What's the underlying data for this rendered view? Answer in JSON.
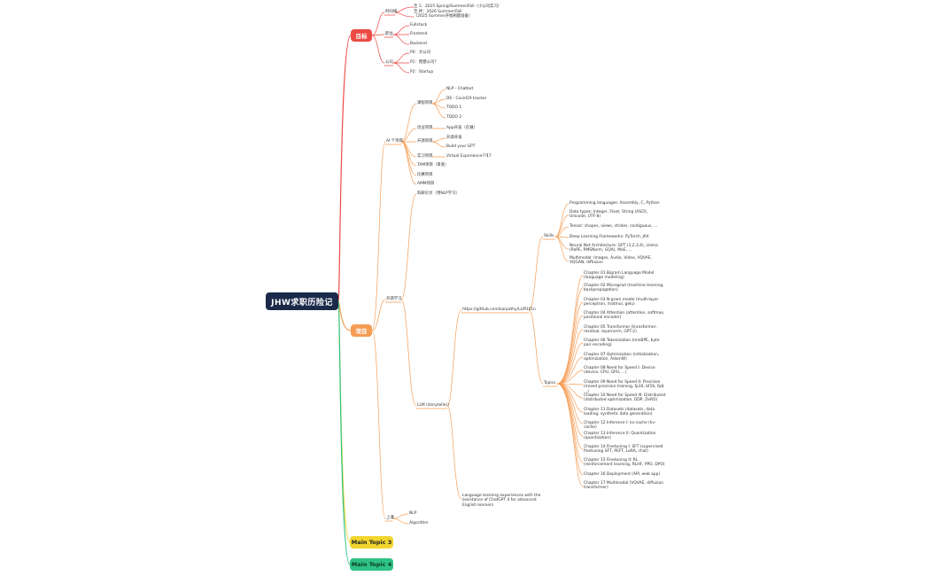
{
  "colors": {
    "root": "#1c2a4a",
    "red": "#ec4a45",
    "orange": "#f59d55",
    "yellow": "#f2d62f",
    "green": "#2ec285"
  },
  "root": {
    "label": "JHW求职历险记"
  },
  "topics": {
    "t1": "目标",
    "t2": "项目",
    "t3": "Main Topic 3",
    "t4": "Main Topic 4"
  },
  "goal": {
    "timeline": "时间线",
    "timeline_a": "至 1：2025 Spring/Summer/Fall（小公司实习）",
    "timeline_b": "至 终：2026 Summer/Fall（2025 Summer开始刷题准备）",
    "position": "职位",
    "pos1": "Fullstack",
    "pos2": "Frontend",
    "pos3": "Backend",
    "company": "公司",
    "co1": "P0：大公司",
    "co2": "P1：稳健公司？",
    "co3": "P2：Startup"
  },
  "project": {
    "ai": "AI 个项目",
    "course": "课程项目",
    "c1": "NLP - Chatbot",
    "c2": "DS - Covid19 tracker",
    "c3": "TODO 1",
    "c4": "TODO 2",
    "biz": "创业项目",
    "biz1": "App开发（在做）",
    "open": "开源项目",
    "open1": "开源开发",
    "open2": "Build your GPT",
    "work": "实习项目",
    "work1": "Virtual Experience???",
    "tag": "17",
    "tam": "TAM项目（审查）",
    "comp": "比赛项目",
    "amm": "AMM项目",
    "opensrc": "开源学习",
    "paper": "科研论文（用NLP学习）",
    "llm": "LLM (storyteller)",
    "url": "https://github.com/karpathy/LLM101n",
    "skills": "Skills",
    "topics": "Topics",
    "lang_exp": "Language learning experiences with the assistance of ChatGPT 4 for advanced English learners",
    "other": "上课",
    "nlp": "NLP",
    "algo": "Algorithm"
  },
  "skills": [
    "Programming languages: Assembly, C, Python",
    "Data types: Integer, Float, String (ASCII, Unicode, UTF-8)",
    "Tensor: shapes, views, strides, contiguous, ...",
    "Deep Learning Frameworks: PyTorch, JAX",
    "Neural Net Architecture: GPT (1,2,3,4), Llama (RoPE, RMSNorm, GQA), MoE, ...",
    "Multimodal: Images, Audio, Video, VQVAE, VQGAN, diffusion"
  ],
  "chapters": [
    "Chapter 01 Bigram Language Model (language modeling)",
    "Chapter 02 Micrograd (machine learning, backpropagation)",
    "Chapter 03 N-gram model (multi-layer perceptron, matmul, gelu)",
    "Chapter 04 Attention (attention, softmax, positional encoder)",
    "Chapter 05 Transformer (transformer, residual, layernorm, GPT-2)",
    "Chapter 06 Tokenization (minBPE, byte pair encoding)",
    "Chapter 07 Optimization (initialization, optimization, AdamW)",
    "Chapter 08 Need for Speed I: Device (device, CPU, GPU, ...)",
    "Chapter 09 Need for Speed II: Precision (mixed precision training, fp16, bf16, fp8, ...)",
    "Chapter 10 Need for Speed III: Distributed (distributed optimization, DDP, ZeRO)",
    "Chapter 11 Datasets (datasets, data loading, synthetic data generation)",
    "Chapter 12 Inference I: kv-cache (kv-cache)",
    "Chapter 13 Inference II: Quantization (quantization)",
    "Chapter 14 Finetuning I: SFT (supervised finetuning SFT, PEFT, LoRA, chat)",
    "Chapter 15 Finetuning II: RL (reinforcement learning, RLHF, PPO, DPO)",
    "Chapter 16 Deployment (API, web app)",
    "Chapter 17 Multimodal (VQVAE, diffusion transformer)"
  ]
}
